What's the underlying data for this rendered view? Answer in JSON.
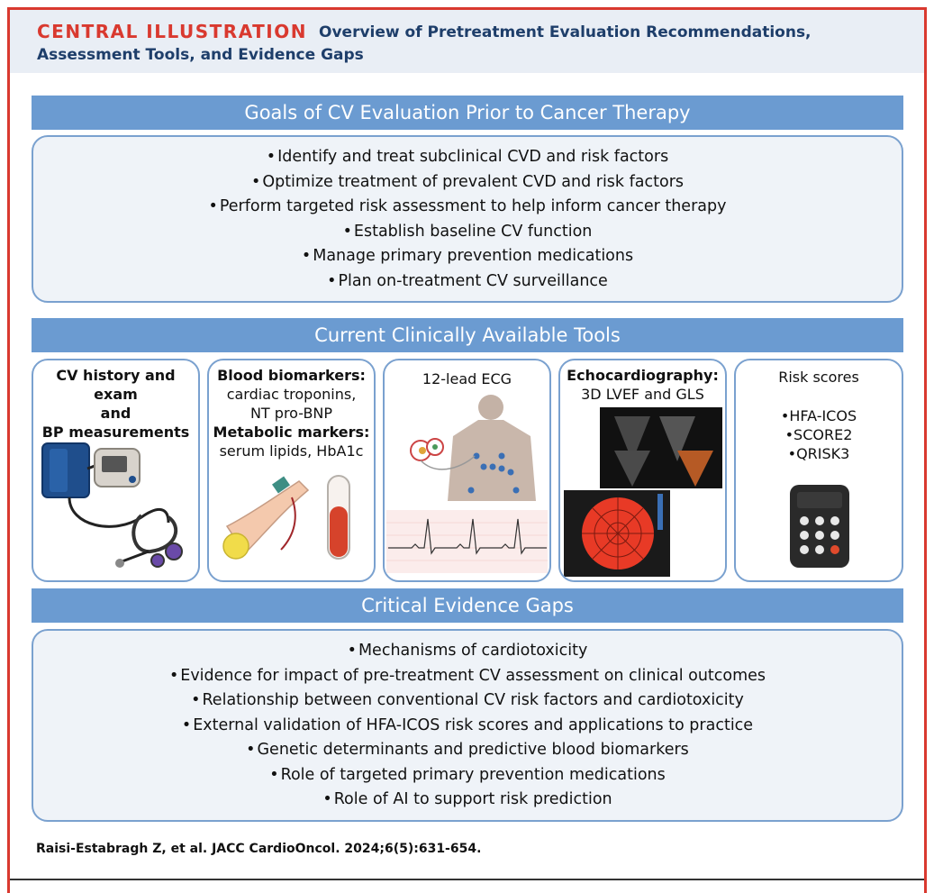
{
  "header": {
    "tag": "CENTRAL ILLUSTRATION",
    "title": "Overview of Pretreatment Evaluation Recommendations, Assessment Tools, and Evidence Gaps"
  },
  "goals": {
    "heading": "Goals of CV Evaluation Prior to Cancer Therapy",
    "items": [
      "Identify and treat subclinical CVD and risk factors",
      "Optimize treatment of prevalent CVD and risk factors",
      "Perform targeted risk assessment to help inform cancer therapy",
      "Establish baseline CV function",
      "Manage primary prevention medications",
      "Plan on-treatment CV surveillance"
    ]
  },
  "tools": {
    "heading": "Current Clinically Available Tools",
    "history": {
      "l1": "CV history and exam",
      "l2": "and",
      "l3": "BP measurements"
    },
    "blood": {
      "h1": "Blood biomarkers:",
      "t1": "cardiac troponins,",
      "t2": "NT pro-BNP",
      "h2": "Metabolic markers:",
      "t3": "serum lipids, HbA1c"
    },
    "ecg": {
      "title": "12-lead ECG"
    },
    "echo": {
      "title": "Echocardiography:",
      "subtitle": "3D LVEF and GLS"
    },
    "risk": {
      "title": "Risk scores",
      "items": [
        "HFA-ICOS",
        "SCORE2",
        "QRISK3"
      ]
    }
  },
  "gaps": {
    "heading": "Critical Evidence Gaps",
    "items": [
      "Mechanisms of cardiotoxicity",
      "Evidence for impact of pre-treatment CV assessment on clinical outcomes",
      "Relationship between conventional CV risk factors and cardiotoxicity",
      "External validation of HFA-ICOS risk scores and applications to practice",
      "Genetic determinants and predictive blood biomarkers",
      "Role of targeted primary prevention medications",
      "Role of AI to support risk prediction"
    ]
  },
  "citation": "Raisi-Estabragh Z, et al. JACC CardioOncol. 2024;6(5):631-654.",
  "colors": {
    "accent_red": "#d9392f",
    "bar_blue": "#6b9bd1",
    "title_navy": "#1e3e6a"
  }
}
